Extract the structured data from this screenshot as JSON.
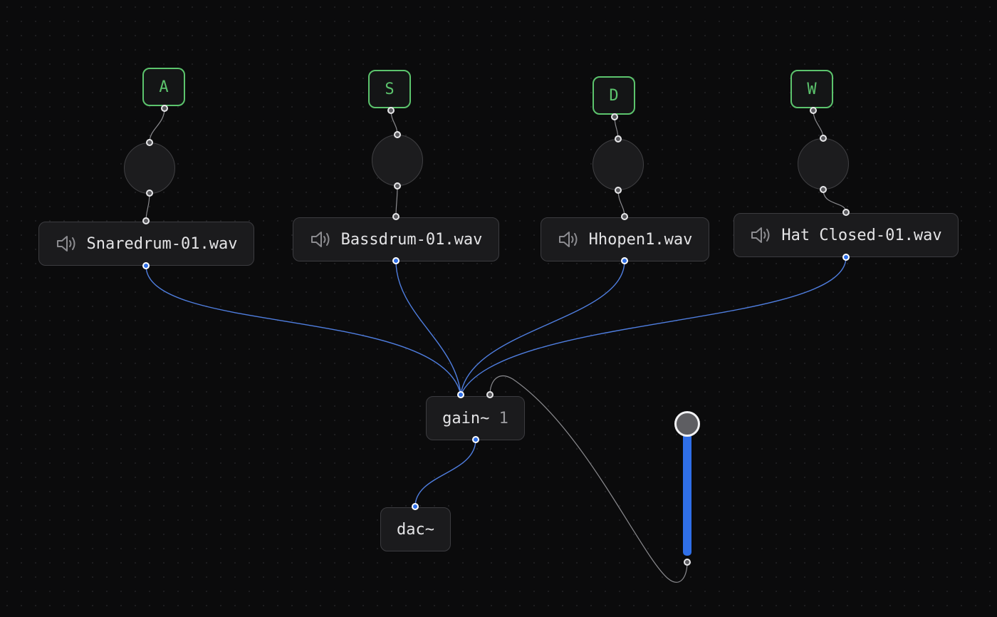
{
  "keys": [
    {
      "label": "A"
    },
    {
      "label": "S"
    },
    {
      "label": "D"
    },
    {
      "label": "W"
    }
  ],
  "samples": [
    {
      "label": "Snaredrum-01.wav"
    },
    {
      "label": "Bassdrum-01.wav"
    },
    {
      "label": "Hhopen1.wav"
    },
    {
      "label": "Hat Closed-01.wav"
    }
  ],
  "gain": {
    "name": "gain~",
    "arg": "1"
  },
  "dac": {
    "label": "dac~"
  },
  "colors": {
    "accent_green": "#5cc46d",
    "signal_blue": "#2f6fe8",
    "control_wire": "#8a8a8e",
    "background": "#0b0b0c"
  },
  "icons": [
    "speaker-icon"
  ]
}
